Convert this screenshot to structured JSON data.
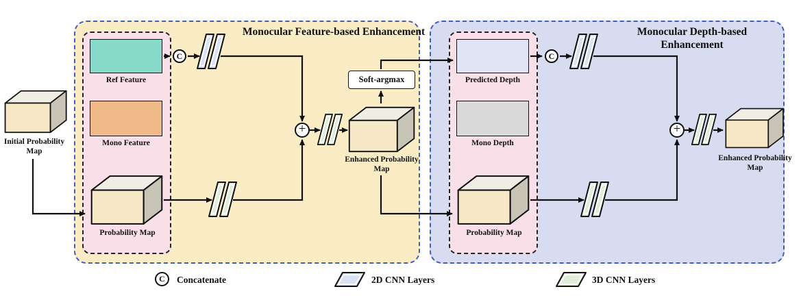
{
  "colors": {
    "yellow_bg": "#FAEDC6",
    "blue_bg": "#D7DCF0",
    "region_border": "#3D5FC0",
    "pink_bg": "#F9DFE8",
    "ref_feature": "#87DAC9",
    "mono_feature": "#F0B988",
    "predicted_depth": "#E0E4F5",
    "mono_depth": "#D9D9D9",
    "cuboid_front": "#F6E8C4",
    "cuboid_top": "#F0EEE4",
    "cuboid_side": "#C9C5B6",
    "cnn2d_fill": "#D9E2F2",
    "cnn3d_fill": "#E0EDD8",
    "arrow": "#111111"
  },
  "initial": {
    "label": "Initial Probability Map"
  },
  "feature_module": {
    "title": "Monocular Feature-based Enhancement",
    "ref_feature": "Ref Feature",
    "mono_feature": "Mono Feature",
    "probability_map": "Probability Map",
    "enhanced": "Enhanced Probability Map",
    "soft_argmax": "Soft-argmax"
  },
  "depth_module": {
    "title": "Monocular Depth-based Enhancement",
    "predicted_depth": "Predicted Depth",
    "mono_depth": "Mono Depth",
    "probability_map": "Probability Map",
    "enhanced": "Enhanced Probability Map"
  },
  "operators": {
    "concatenate": "C",
    "add": "+"
  },
  "legend": {
    "concatenate_symbol": "C",
    "concatenate": "Concatenate",
    "cnn2d": "2D CNN Layers",
    "cnn3d": "3D CNN Layers"
  }
}
